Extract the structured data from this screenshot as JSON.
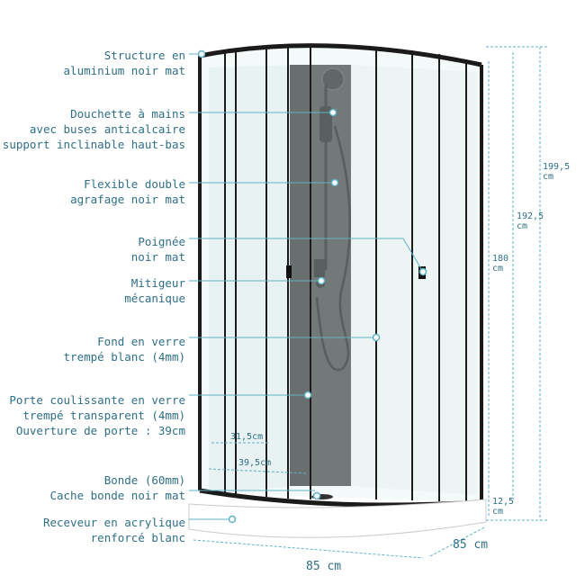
{
  "labels": {
    "structure": [
      "Structure en",
      "aluminium noir mat"
    ],
    "douchette": [
      "Douchette à mains",
      "avec buses anticalcaire",
      "support inclinable haut-bas"
    ],
    "flexible": [
      "Flexible double",
      "agrafage noir mat"
    ],
    "poignee": [
      "Poignée",
      "noir mat"
    ],
    "mitigeur": [
      "Mitigeur",
      "mécanique"
    ],
    "fond": [
      "Fond en verre",
      "trempé blanc (4mm)"
    ],
    "porte": [
      "Porte coulissante en verre",
      "trempé transparent (4mm)",
      "Ouverture de porte : 39cm"
    ],
    "bonde": [
      "Bonde (60mm)",
      "Cache bonde noir mat"
    ],
    "receveur": [
      "Receveur en acrylique",
      "renforcé blanc"
    ]
  },
  "dimensions": {
    "h199": [
      "199,5",
      "cm"
    ],
    "h192": [
      "192,5",
      "cm"
    ],
    "h180": [
      "180",
      "cm"
    ],
    "h12": [
      "12,5",
      "cm"
    ],
    "d315": "31,5cm",
    "d395": "39,5cm",
    "w85_front": "85 cm",
    "w85_side": "85 cm"
  },
  "colors": {
    "accent": "#2f6f86",
    "frame": "#1b1b1b",
    "glass": "#e8f2f2"
  }
}
